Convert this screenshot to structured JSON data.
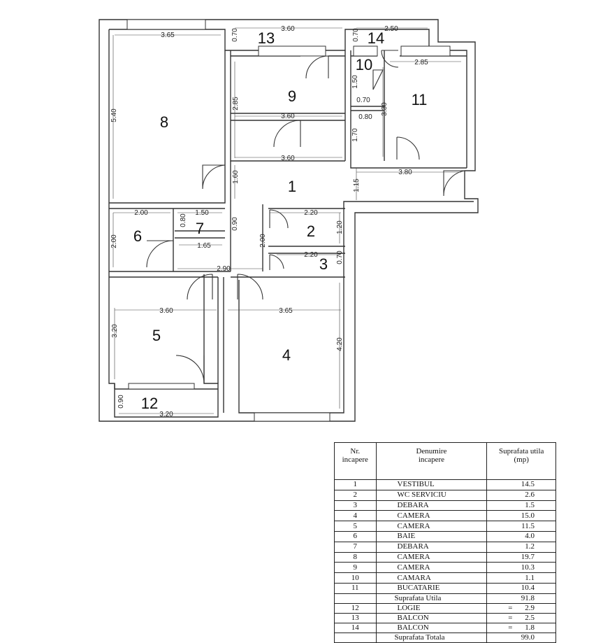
{
  "rooms": [
    {
      "num": "1"
    },
    {
      "num": "2"
    },
    {
      "num": "3"
    },
    {
      "num": "4"
    },
    {
      "num": "5"
    },
    {
      "num": "6"
    },
    {
      "num": "7"
    },
    {
      "num": "8"
    },
    {
      "num": "9"
    },
    {
      "num": "10"
    },
    {
      "num": "11"
    },
    {
      "num": "12"
    },
    {
      "num": "13"
    },
    {
      "num": "14"
    }
  ],
  "dimensions": {
    "r8_w": "3.65",
    "r8_h": "5.40",
    "r13_w": "3.60",
    "r13_h": "0.70",
    "r14_w": "2.50",
    "r14_h": "0.70",
    "r9_h": "2.85",
    "r9_w": "3.60",
    "r10_h": "1.50",
    "r10_w": "0.70",
    "r11_w": "2.85",
    "r11_h": "3.30",
    "pass_w": "0.80",
    "pass_h": "1.70",
    "r1_w": "3.60",
    "r1_h1": "1.60",
    "r1_h2": "1.15",
    "r1_w2": "3.80",
    "r6_w": "2.00",
    "r6_h": "2.00",
    "r7_w": "1.50",
    "r7_h": "0.80",
    "r7_w2": "1.65",
    "hall_h": "0.90",
    "r2_w": "2.20",
    "r2_h": "1.20",
    "hall_h2": "2.00",
    "r3_w": "2.20",
    "r3_h": "0.70",
    "hall_w": "2.90",
    "r5_w": "3.60",
    "r5_h": "3.20",
    "r4_w": "3.65",
    "r4_h": "4.20",
    "r12_w": "3.20",
    "r12_h": "0.90"
  },
  "table": {
    "headers": {
      "nr_line1": "Nr.",
      "nr_line2": "incapere",
      "name_line1": "Denumire",
      "name_line2": "incapere",
      "area_line1": "Suprafata utila",
      "area_line2": "(mp)"
    },
    "rows": [
      {
        "nr": "1",
        "name": "VESTIBUL",
        "area": "14.5"
      },
      {
        "nr": "2",
        "name": "WC SERVICIU",
        "area": "2.6"
      },
      {
        "nr": "3",
        "name": "DEBARA",
        "area": "1.5"
      },
      {
        "nr": "4",
        "name": "CAMERA",
        "area": "15.0"
      },
      {
        "nr": "5",
        "name": "CAMERA",
        "area": "11.5"
      },
      {
        "nr": "6",
        "name": "BAIE",
        "area": "4.0"
      },
      {
        "nr": "7",
        "name": "DEBARA",
        "area": "1.2"
      },
      {
        "nr": "8",
        "name": "CAMERA",
        "area": "19.7"
      },
      {
        "nr": "9",
        "name": "CAMERA",
        "area": "10.3"
      },
      {
        "nr": "10",
        "name": "CAMARA",
        "area": "1.1"
      },
      {
        "nr": "11",
        "name": "BUCATARIE",
        "area": "10.4"
      }
    ],
    "suprafata_utila_label": "Suprafata Utila",
    "suprafata_utila_value": "91.8",
    "extra_rows": [
      {
        "nr": "12",
        "name": "LOGIE",
        "eq": "=",
        "area": "2.9"
      },
      {
        "nr": "13",
        "name": "BALCON",
        "eq": "=",
        "area": "2.5"
      },
      {
        "nr": "14",
        "name": "BALCON",
        "eq": "=",
        "area": "1.8"
      }
    ],
    "suprafata_totala_label": "Suprafata Totala",
    "suprafata_totala_value": "99.0"
  }
}
